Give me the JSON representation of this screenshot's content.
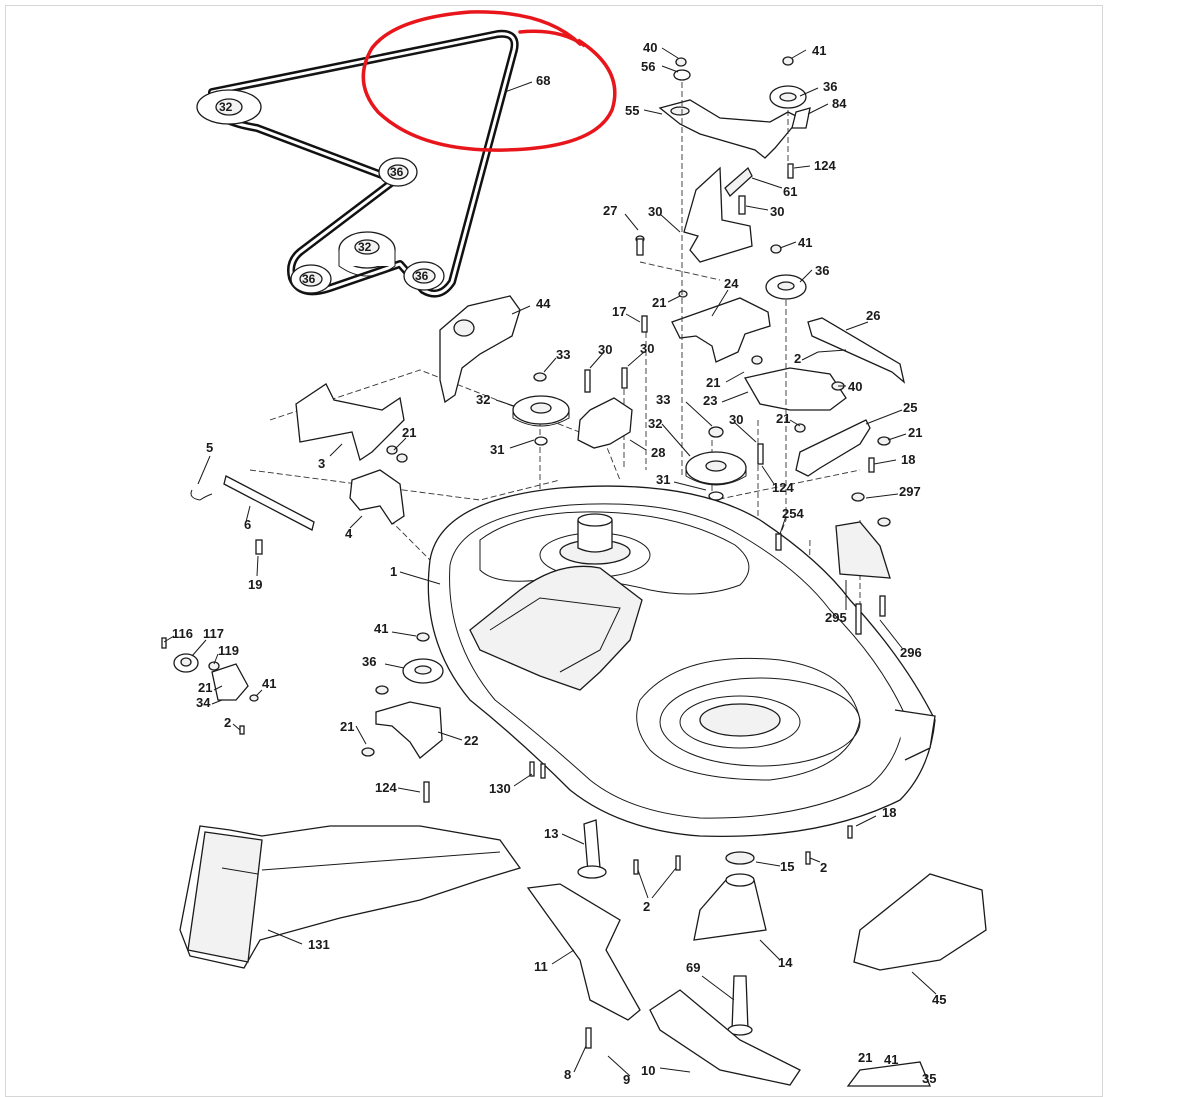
{
  "diagram": {
    "belt_pulley_labels": [
      "32",
      "36",
      "32",
      "36",
      "36"
    ],
    "belt_label": "68",
    "highlight_color": "#e8161b",
    "line_color": "#1a1a1a",
    "part_labels": [
      "40",
      "56",
      "41",
      "36",
      "84",
      "55",
      "124",
      "61",
      "30",
      "27",
      "30",
      "41",
      "36",
      "24",
      "17",
      "21",
      "44",
      "26",
      "2",
      "33",
      "30",
      "30",
      "21",
      "40",
      "32",
      "23",
      "30",
      "21",
      "25",
      "21",
      "33",
      "32",
      "28",
      "31",
      "124",
      "18",
      "31",
      "297",
      "254",
      "3",
      "21",
      "5",
      "6",
      "4",
      "19",
      "1",
      "295",
      "296",
      "41",
      "116",
      "117",
      "119",
      "36",
      "21",
      "41",
      "34",
      "2",
      "21",
      "22",
      "124",
      "130",
      "18",
      "13",
      "15",
      "2",
      "2",
      "131",
      "14",
      "11",
      "69",
      "45",
      "8",
      "9",
      "10",
      "21",
      "41",
      "35"
    ]
  }
}
